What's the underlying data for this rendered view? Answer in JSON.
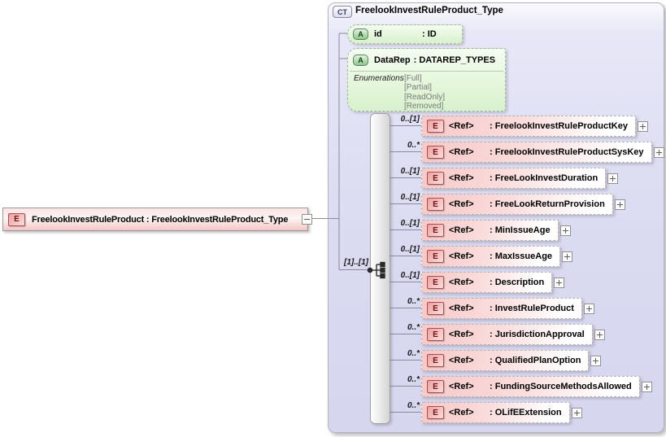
{
  "root": {
    "badge": "E",
    "label": "FreelookInvestRuleProduct : FreelookInvestRuleProduct_Type"
  },
  "ct": {
    "badge": "CT",
    "title": "FreelookInvestRuleProduct_Type",
    "ref_label": "<Ref>",
    "attributes": [
      {
        "badge": "A",
        "name": "id",
        "type": ": ID"
      },
      {
        "badge": "A",
        "name": "DataRep",
        "type": ": DATAREP_TYPES",
        "enumerations_label": "Enumerations",
        "enumerations": [
          "[Full]",
          "[Partial]",
          "[ReadOnly]",
          "[Removed]"
        ]
      }
    ],
    "compositor": {
      "icon": "sequence-icon",
      "cardinality": "[1]..[1]"
    },
    "elements": [
      {
        "badge": "E",
        "cardinality": "0..[1]",
        "type": ": FreelookInvestRuleProductKey"
      },
      {
        "badge": "E",
        "cardinality": "0..*",
        "type": ": FreelookInvestRuleProductSysKey"
      },
      {
        "badge": "E",
        "cardinality": "0..[1]",
        "type": ": FreeLookInvestDuration"
      },
      {
        "badge": "E",
        "cardinality": "0..[1]",
        "type": ": FreeLookReturnProvision"
      },
      {
        "badge": "E",
        "cardinality": "0..[1]",
        "type": ": MinIssueAge"
      },
      {
        "badge": "E",
        "cardinality": "0..[1]",
        "type": ": MaxIssueAge"
      },
      {
        "badge": "E",
        "cardinality": "0..[1]",
        "type": ": Description"
      },
      {
        "badge": "E",
        "cardinality": "0..*",
        "type": ": InvestRuleProduct"
      },
      {
        "badge": "E",
        "cardinality": "0..*",
        "type": ": JurisdictionApproval"
      },
      {
        "badge": "E",
        "cardinality": "0..*",
        "type": ": QualifiedPlanOption"
      },
      {
        "badge": "E",
        "cardinality": "0..*",
        "type": ": FundingSourceMethodsAllowed"
      },
      {
        "badge": "E",
        "cardinality": "0..*",
        "type": ": OLifEExtension"
      }
    ]
  },
  "colors": {
    "element_fill": "#f6c9c9",
    "element_badge_border": "#a84f4f",
    "attribute_fill": "#ddf3d5",
    "attribute_badge": "#8cc88c",
    "panel_fill": "#dadaf1",
    "panel_border": "#b3b3c6",
    "sequence_bar": "#e0e0e0",
    "wire": "#8a8a99",
    "enum_text": "#7a7a7a"
  }
}
